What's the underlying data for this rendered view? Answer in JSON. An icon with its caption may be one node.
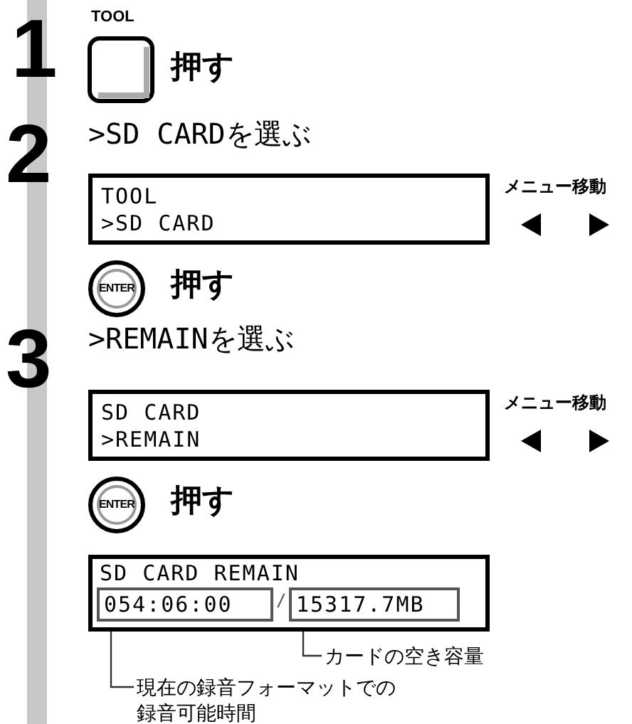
{
  "diagram": {
    "nodes": [
      {
        "text": [
          "TOOL",
          ">SD CARD"
        ]
      },
      {
        "text": [
          "SD CARD",
          ">REMAIN"
        ]
      },
      {
        "text": [
          "SD CARD REMAIN",
          "/"
        ]
      },
      {
        "text": [
          "054:06:00"
        ],
        "in": 2
      },
      {
        "text": [
          "15317.7MB"
        ],
        "in": 2
      },
      {
        "text": [
          "カードの空き容量"
        ]
      },
      {
        "text": [
          "現在の録音フォーマットでの録音可能時間"
        ]
      },
      {
        "text": [],
        "shape": "bar"
      }
    ],
    "edges": [
      {
        "from": 5,
        "to": 4,
        "arrow": "none"
      },
      {
        "from": 6,
        "to": 3,
        "arrow": "none"
      }
    ],
    "labels": [
      "1",
      "TOOL",
      "押す",
      "2",
      ">SD CARDを選ぶ",
      "メニュー移動",
      "ENTER",
      "押す",
      "3",
      ">REMAINを選ぶ",
      "メニュー移動",
      "ENTER",
      "押す"
    ]
  }
}
